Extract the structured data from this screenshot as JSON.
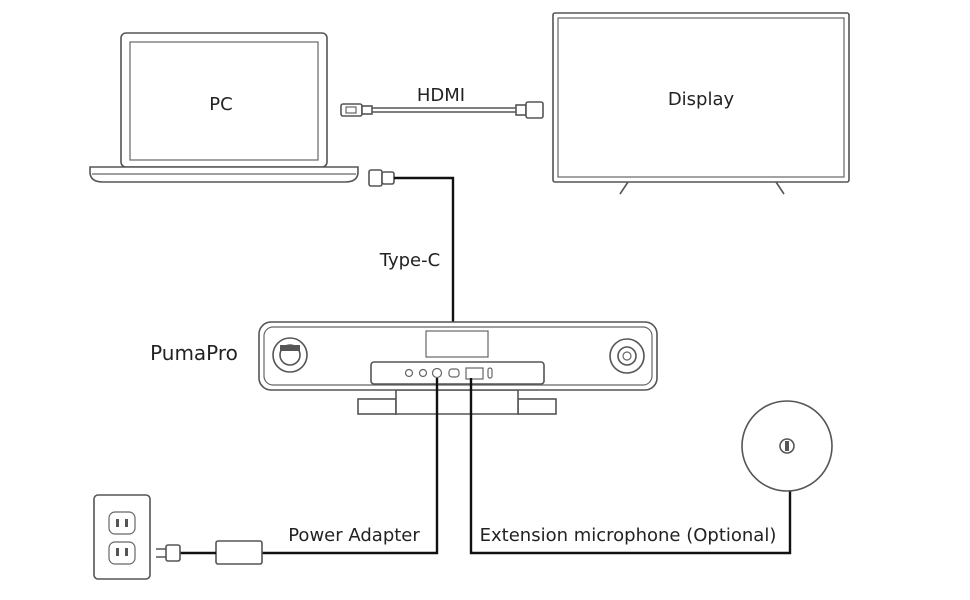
{
  "devices": {
    "pc": "PC",
    "display": "Display",
    "puma_pro": "PumaPro"
  },
  "connections": {
    "hdmi": "HDMI",
    "type_c": "Type-C",
    "power_adapter": "Power Adapter",
    "extension_mic": "Extension microphone (Optional)"
  },
  "colors": {
    "line": "#555555",
    "cable": "#111111",
    "text": "#222222"
  }
}
